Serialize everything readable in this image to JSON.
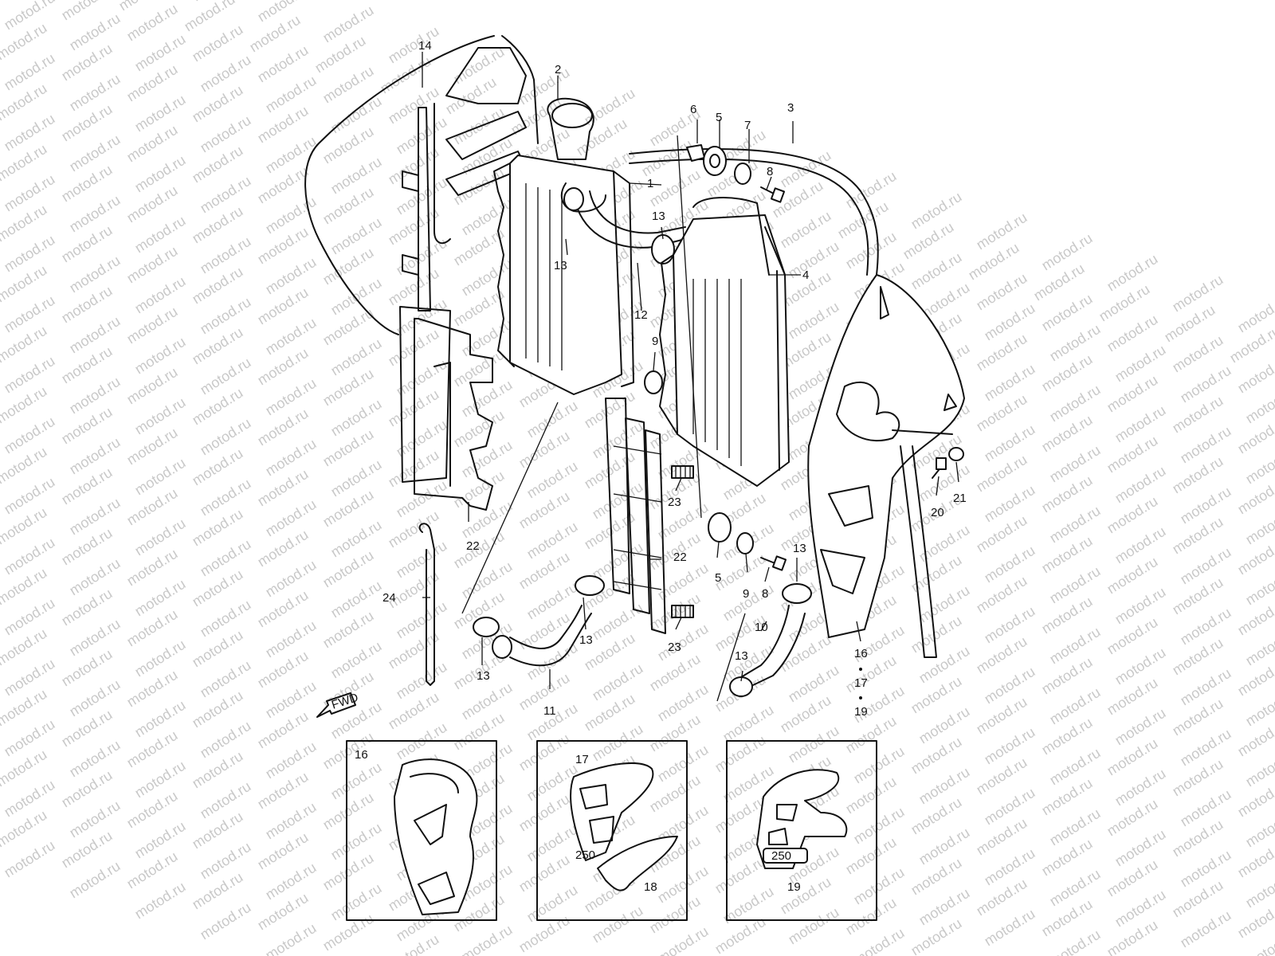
{
  "watermark": "motod.ru",
  "callouts": {
    "c1": "1",
    "c2": "2",
    "c3": "3",
    "c4": "4",
    "c5a": "5",
    "c5b": "5",
    "c6": "6",
    "c7": "7",
    "c8a": "8",
    "c8b": "8",
    "c9a": "9",
    "c9b": "9",
    "c10": "10",
    "c11": "11",
    "c12": "12",
    "c13a": "13",
    "c13b": "13",
    "c13c": "13",
    "c13d": "13",
    "c13e": "13",
    "c13f": "13",
    "c14": "14",
    "c16": "16",
    "c17": "17",
    "c19": "19",
    "c20": "20",
    "c21": "21",
    "c22a": "22",
    "c22b": "22",
    "c23a": "23",
    "c23b": "23",
    "c24": "24"
  },
  "fwd_label": "FWD",
  "insets": [
    {
      "top_label": "16",
      "bottom_label": ""
    },
    {
      "top_label": "17",
      "bottom_label": "18"
    },
    {
      "top_label": "",
      "bottom_label": "19"
    }
  ],
  "decal_text": {
    "inset2_model": "250",
    "inset3_model": "250"
  }
}
